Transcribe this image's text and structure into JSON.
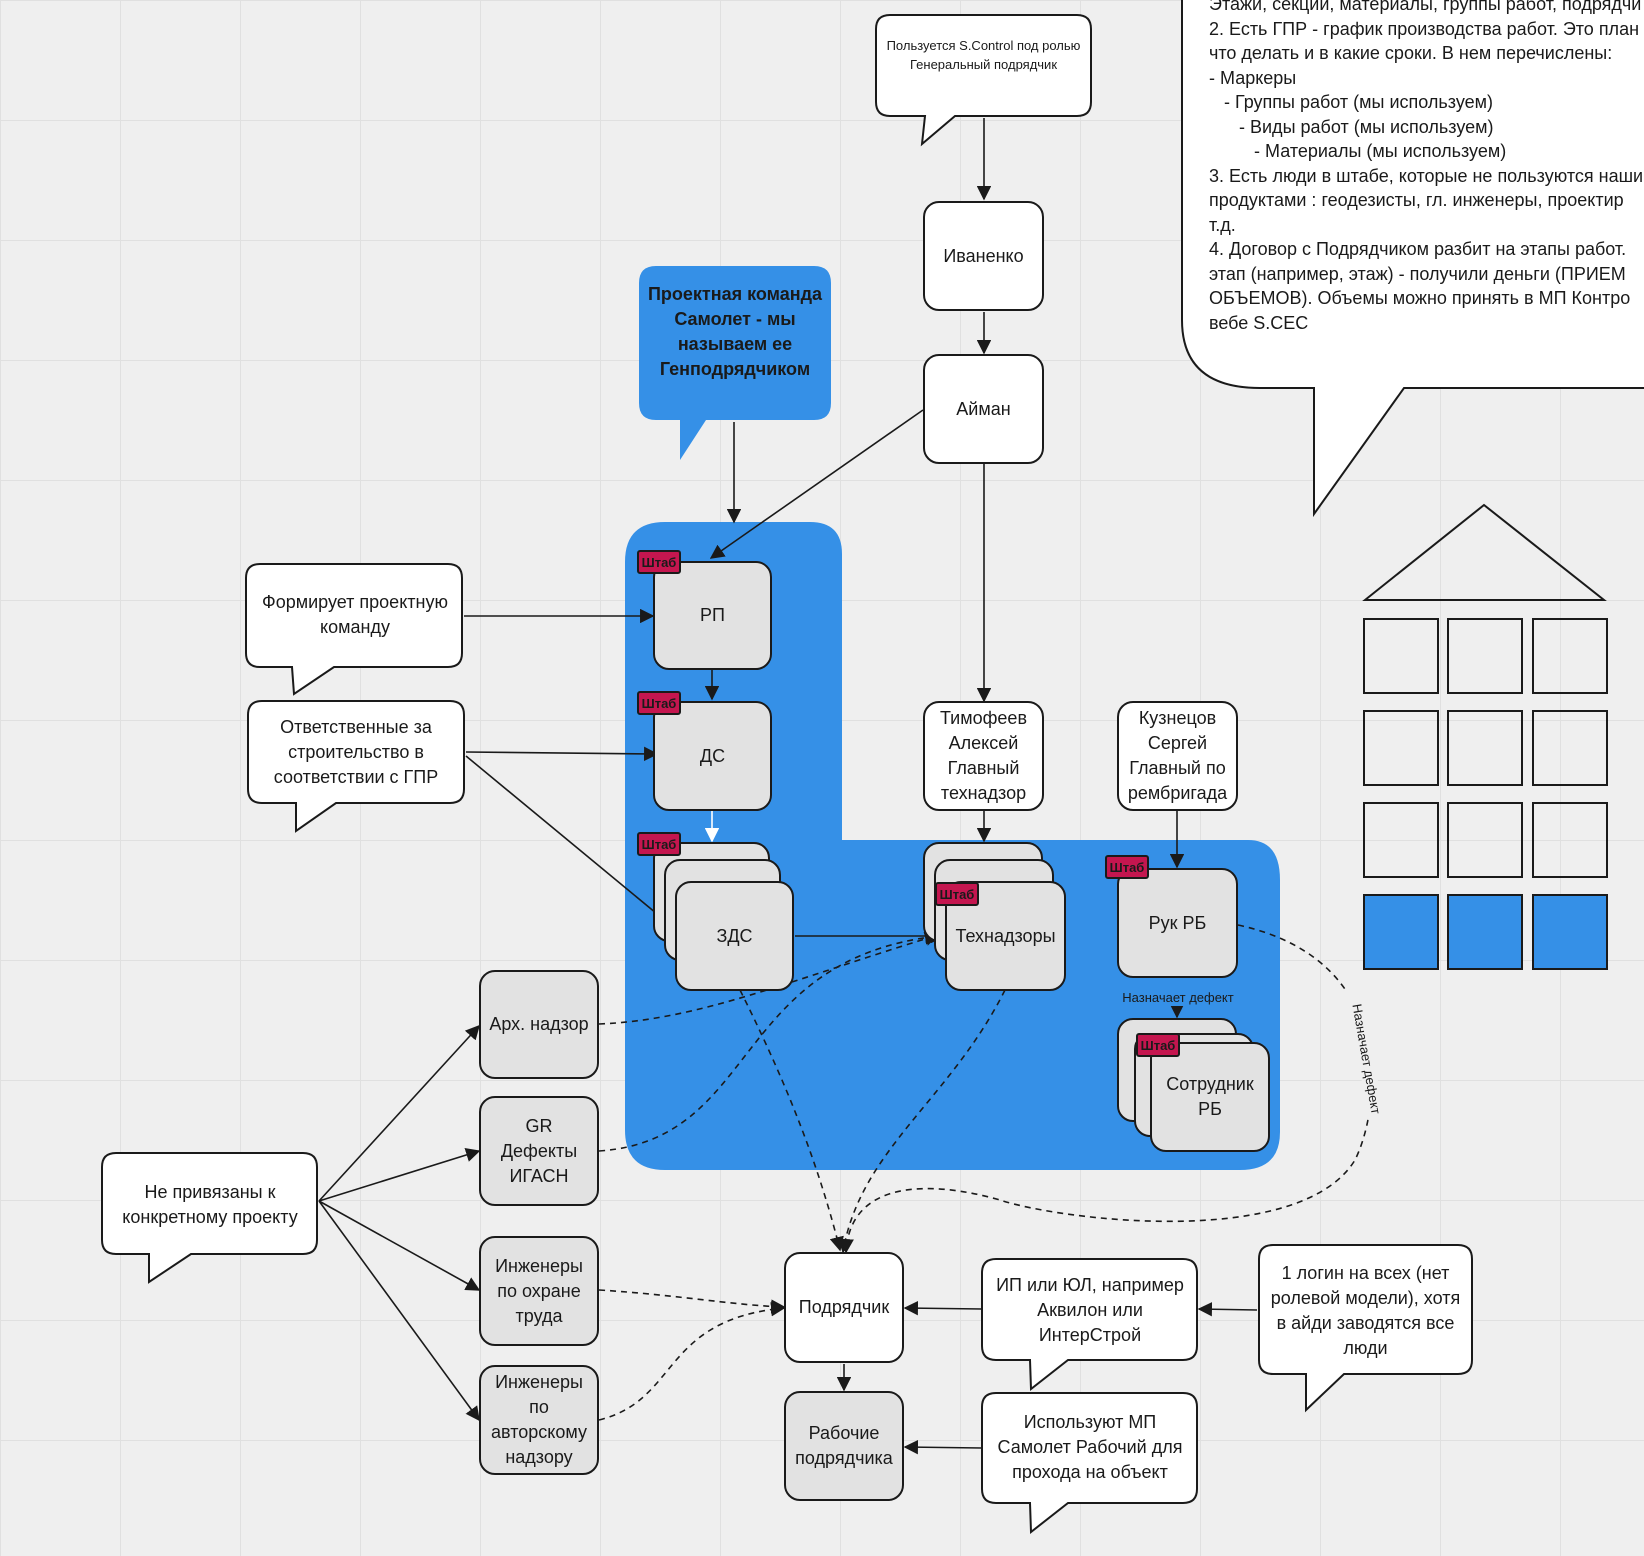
{
  "colors": {
    "accent_blue": "#3590e7",
    "tag_red": "#c4164f",
    "node_gray": "#e2e2e2",
    "background": "#efefef"
  },
  "callouts": {
    "generalny": "Пользуется S.Control под ролью Генеральный подрядчик",
    "project_team": "Проектная команда Самолет - мы называем ее Генподрядчиком",
    "forms_team": "Формирует проектную команду",
    "responsible": "Ответственные за строительство в соответствии с ГПР",
    "not_bound": "Не привязаны к конкретному проекту",
    "ip_ul": "ИП или ЮЛ, например Аквилон или ИнтерСтрой",
    "one_login": "1 логин на всех (нет ролевой модели), хотя в айди заводятся все люди",
    "use_app": "Используют МП Самолет Рабочий для прохода на объект"
  },
  "nodes": {
    "ivanenko": "Иваненко",
    "aiman": "Айман",
    "rp": "РП",
    "ds": "ДС",
    "zds": "ЗДС",
    "timofeev": "Тимофеев Алексей Главный технадзор",
    "kuznetsov": "Кузнецов Сергей Главный по рембригада",
    "technadzory": "Технадзоры",
    "ruk_rb": "Рук РБ",
    "sotrudnik_rb": "Сотрудник РБ",
    "arch_nadzor": "Арх. надзор",
    "gr_defects": "GR Дефекты ИГАСН",
    "safety_eng": "Инженеры по охране труда",
    "author_eng": "Инженеры по авторскому надзору",
    "contractor": "Подрядчик",
    "workers": "Рабочие подрядчика"
  },
  "tag_label": "Штаб",
  "edge_labels": {
    "assigns_defect": "Назначает дефект"
  },
  "notes_panel": {
    "lines": [
      "Этажи, секции, материалы, группы работ, подрядчи",
      "2. Есть ГПР - график производства работ. Это план",
      "что делать и в какие сроки. В нем перечислены:",
      "- Маркеры",
      "   - Группы работ (мы используем)",
      "      - Виды работ (мы используем)",
      "         - Материалы (мы используем)",
      "3. Есть люди в штабе, которые не пользуются наши",
      "продуктами : геодезисты, гл. инженеры, проектир",
      "т.д.",
      "4. Договор с Подрядчиком разбит на этапы работ.",
      "этап (например, этаж) - получили деньги (ПРИЕМ",
      "ОБЪЕМОВ). Объемы можно принять в МП Контро",
      "вебе S.CEC"
    ]
  },
  "building_grid": {
    "rows": 4,
    "cols": 3,
    "filled_row": 4
  }
}
